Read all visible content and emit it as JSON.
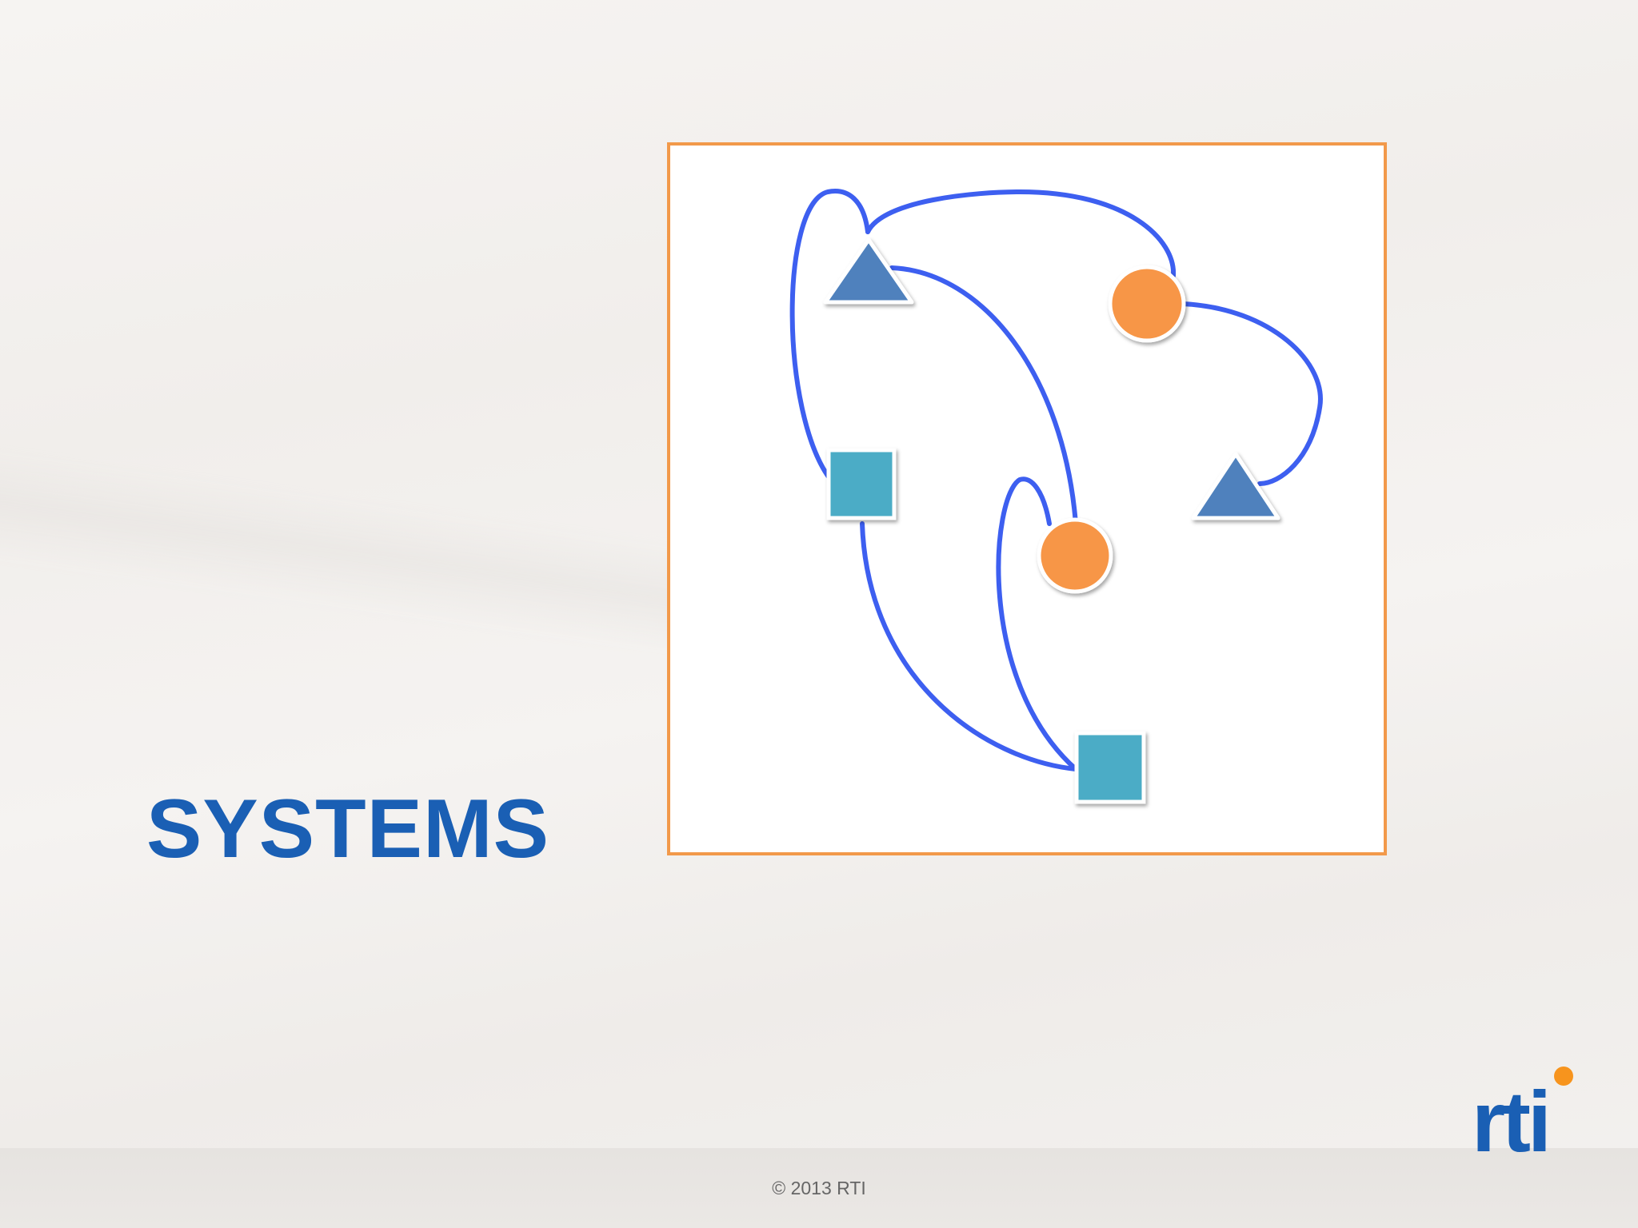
{
  "slide": {
    "title": "SYSTEMS",
    "footer": "© 2013 RTI"
  },
  "logo": {
    "text": "rti"
  },
  "diagram": {
    "nodes": [
      {
        "id": "triangle-1",
        "shape": "triangle",
        "color": "#4f81bd"
      },
      {
        "id": "circle-1",
        "shape": "circle",
        "color": "#f79646"
      },
      {
        "id": "square-1",
        "shape": "square",
        "color": "#4bacc6"
      },
      {
        "id": "triangle-2",
        "shape": "triangle",
        "color": "#4f81bd"
      },
      {
        "id": "circle-2",
        "shape": "circle",
        "color": "#f79646"
      },
      {
        "id": "square-2",
        "shape": "square",
        "color": "#4bacc6"
      }
    ],
    "connector_color": "#3d5ff0",
    "frame_color": "#f2994a"
  },
  "colors": {
    "title": "#1a5fb4",
    "logo_dot": "#f7941d"
  }
}
